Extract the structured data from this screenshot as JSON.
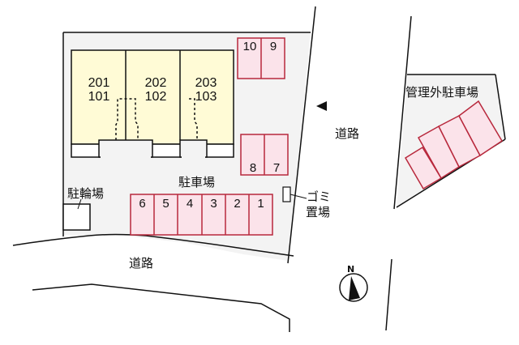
{
  "map": {
    "colors": {
      "lot_fill": "#f3f3f3",
      "building_fill": "#fffbd6",
      "parking_fill": "#fbe3ea",
      "parking_stroke": "#b8283c",
      "line": "#111111"
    },
    "units": [
      {
        "upper": "201",
        "lower": "101"
      },
      {
        "upper": "202",
        "lower": "102"
      },
      {
        "upper": "203",
        "lower": "103"
      }
    ],
    "parking_row_bottom": [
      "6",
      "5",
      "4",
      "3",
      "2",
      "1"
    ],
    "parking_pair_mid": [
      "8",
      "7"
    ],
    "parking_pair_top": [
      "10",
      "9"
    ],
    "labels": {
      "parking": "駐車場",
      "bicycle_parking": "駐輪場",
      "garbage_line1": "ゴミ",
      "garbage_line2": "置場",
      "road_east": "道路",
      "road_south": "道路",
      "external_parking": "管理外駐車場",
      "north": "N"
    }
  }
}
